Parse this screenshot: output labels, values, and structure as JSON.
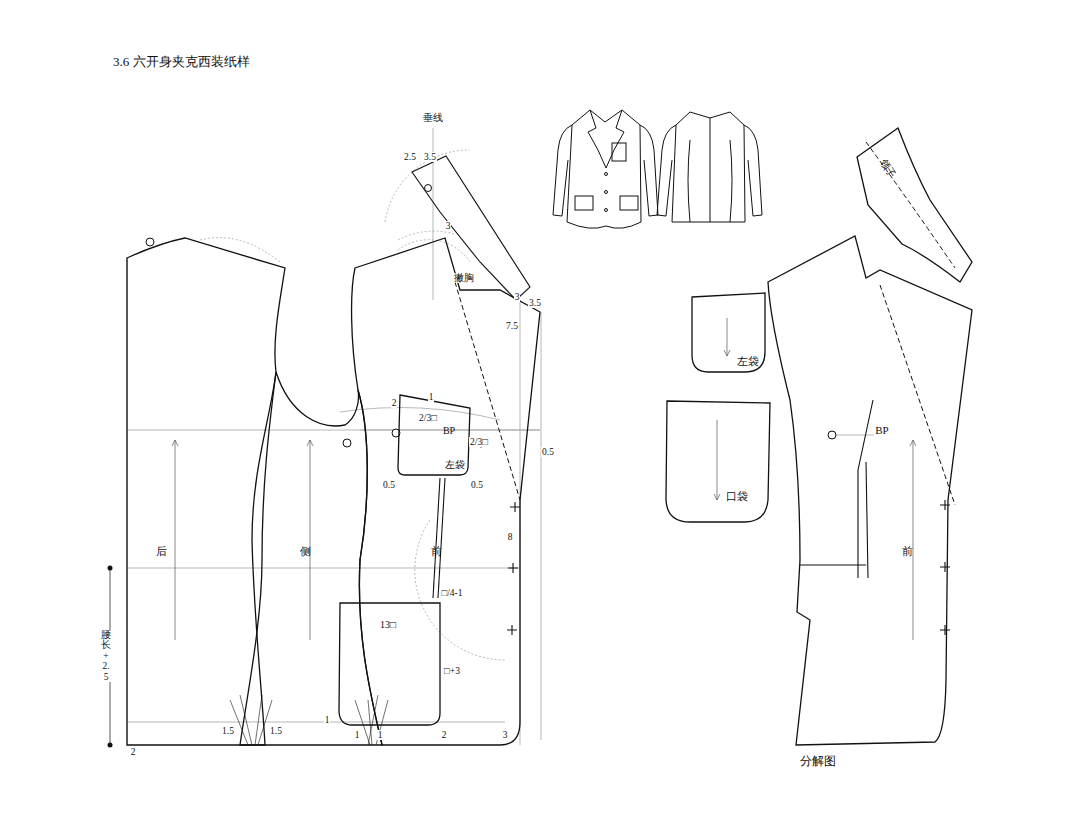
{
  "diagram": {
    "title": "3.6 六开身夹克西装纸样",
    "nodes": [
      {
        "text": [
          "后"
        ]
      },
      {
        "text": [
          "侧"
        ]
      },
      {
        "text": [
          "前"
        ]
      },
      {
        "text": [
          "BP",
          "左袋"
        ],
        "in": 2
      },
      {
        "text": [
          "13□"
        ],
        "in": 2
      },
      {
        "text": [
          "领子"
        ]
      },
      {
        "text": [
          "左袋"
        ]
      },
      {
        "text": [
          "口袋"
        ]
      },
      {
        "text": [
          "BP",
          "前"
        ]
      }
    ],
    "labels": [
      "垂线",
      "2.5",
      "3.5",
      "3",
      "撇胸",
      "3",
      "3.5",
      "7.5",
      "1",
      "2",
      "2/3□",
      "2/3□",
      "0.5",
      "0.5",
      "0.5",
      "8",
      "□/4-1",
      "□+3",
      "腰长+2.5",
      "1.5",
      "1.5",
      "1",
      "1",
      "1",
      "2",
      "3",
      "2",
      "分解图"
    ]
  }
}
